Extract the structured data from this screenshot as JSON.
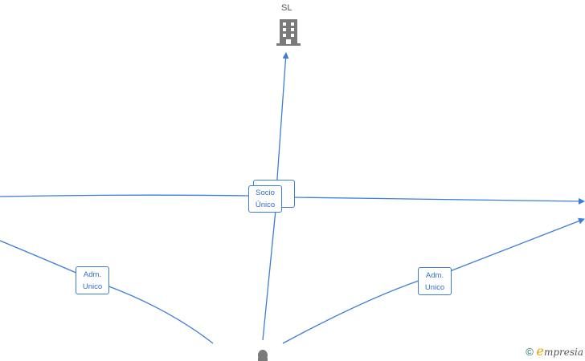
{
  "nodes": {
    "company": {
      "label": "SL",
      "icon": "building-icon"
    },
    "person": {
      "icon": "person-icon"
    }
  },
  "edge_labels": {
    "center_back": "...",
    "center_front": "Socio\nÚnico",
    "left": "Adm.\nUnico",
    "right": "Adm.\nUnico"
  },
  "colors": {
    "edge": "#3b7dd8",
    "icon": "#7a7a7a",
    "label_text": "#2f6fce"
  },
  "watermark": {
    "copyright": "©",
    "brand_initial": "e",
    "brand_rest": "mpresia"
  }
}
